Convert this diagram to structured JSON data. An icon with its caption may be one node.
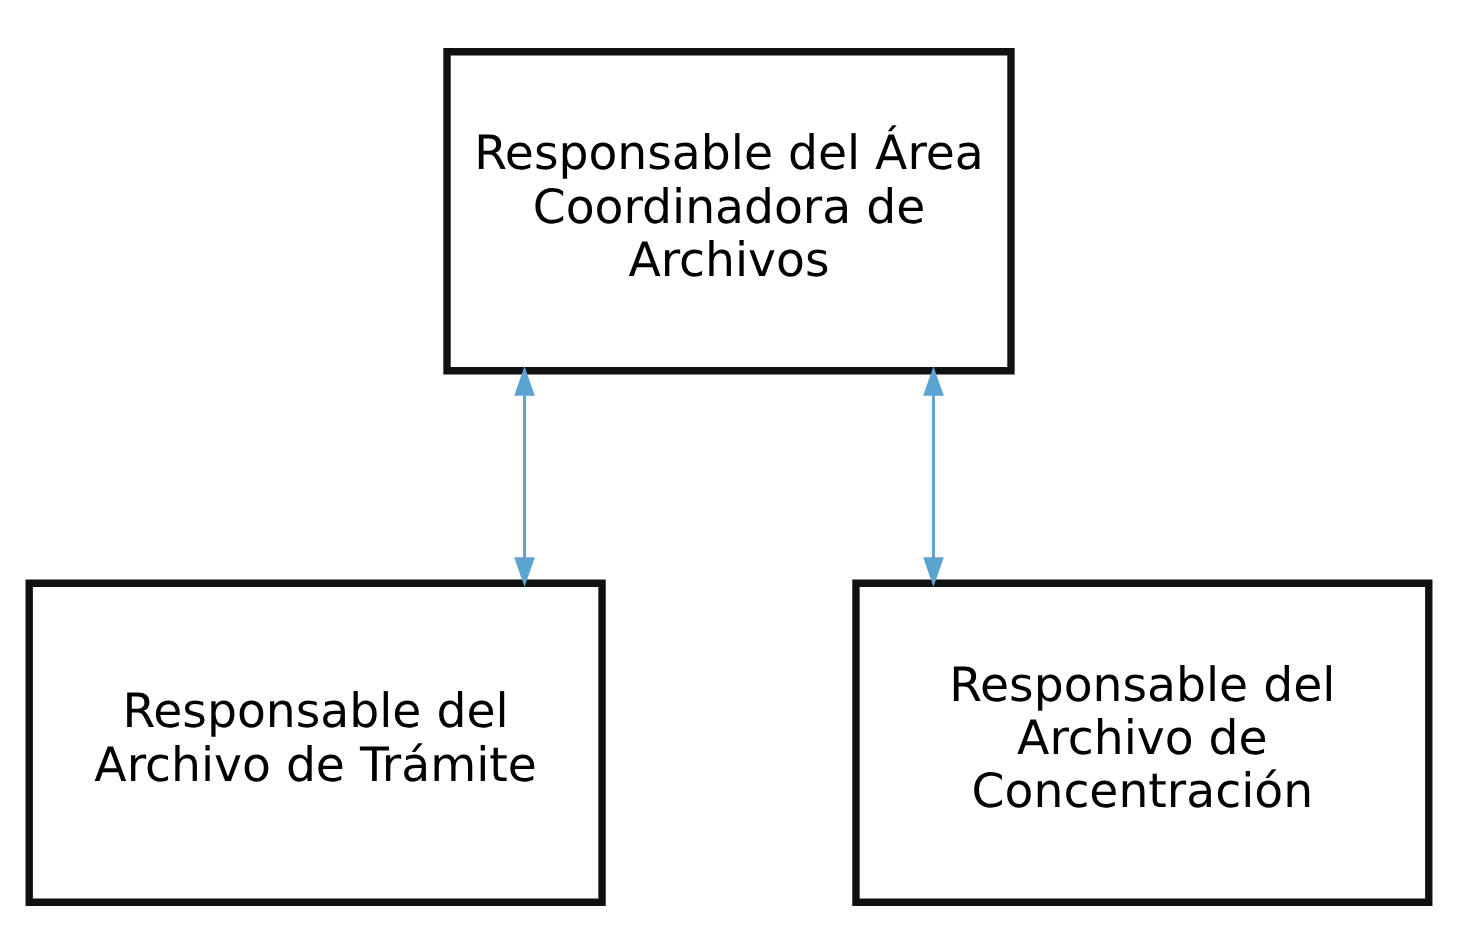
{
  "diagram": {
    "nodes": [
      {
        "text": [
          "Responsable del Área Coordinadora de Archivos"
        ]
      },
      {
        "text": [
          "Responsable del Archivo de Trámite"
        ]
      },
      {
        "text": [
          "Responsable del Archivo de Concentración"
        ]
      }
    ],
    "edges": [
      {
        "from": 0,
        "to": 1,
        "arrow": "both"
      },
      {
        "from": 0,
        "to": 2,
        "arrow": "both"
      }
    ]
  }
}
